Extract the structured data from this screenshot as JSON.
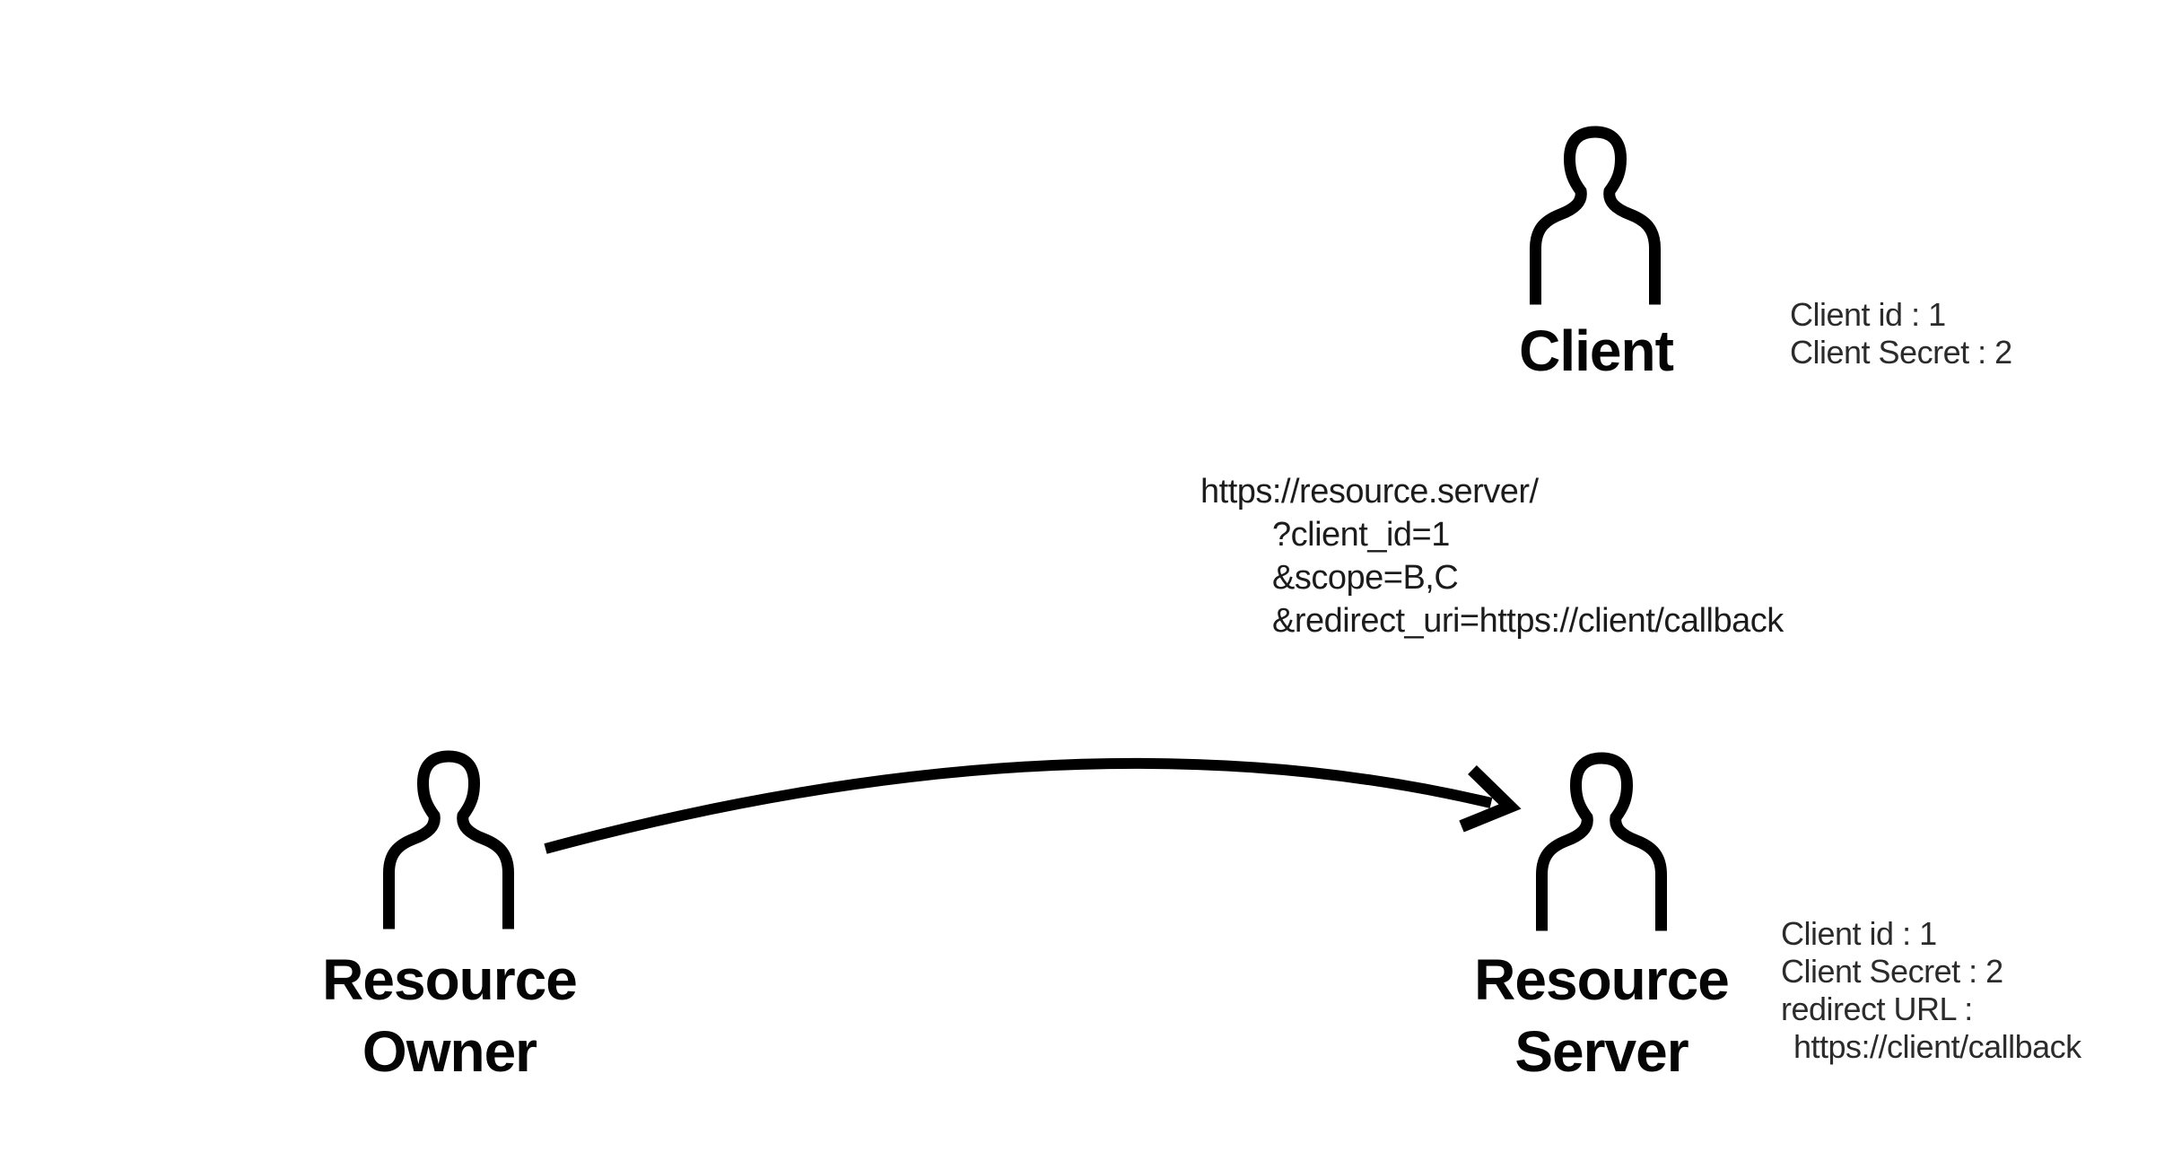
{
  "diagram": {
    "kind": "oauth-actor-diagram",
    "colors": {
      "background": "#ffffff",
      "ink": "#000000",
      "muted_text": "#2b2b2b"
    }
  },
  "actors": {
    "client": {
      "name": "Client",
      "icon": "person-outline-icon"
    },
    "resource_owner": {
      "name_line1": "Resource",
      "name_line2": "Owner",
      "icon": "person-outline-icon"
    },
    "resource_server": {
      "name_line1": "Resource",
      "name_line2": "Server",
      "icon": "person-outline-icon"
    }
  },
  "client_credentials": {
    "lines": {
      "0": "Client id : 1",
      "1": "Client Secret : 2"
    }
  },
  "authorization_request_url": {
    "lines": {
      "0": "https://resource.server/",
      "1": "?client_id=1",
      "2": "&scope=B,C",
      "3": "&redirect_uri=https://client/callback"
    }
  },
  "server_registration": {
    "lines": {
      "0": "Client id : 1",
      "1": "Client Secret : 2",
      "2": "redirect URL :",
      "3": "https://client/callback"
    }
  },
  "arrow": {
    "from": "resource_owner",
    "to": "resource_server"
  }
}
